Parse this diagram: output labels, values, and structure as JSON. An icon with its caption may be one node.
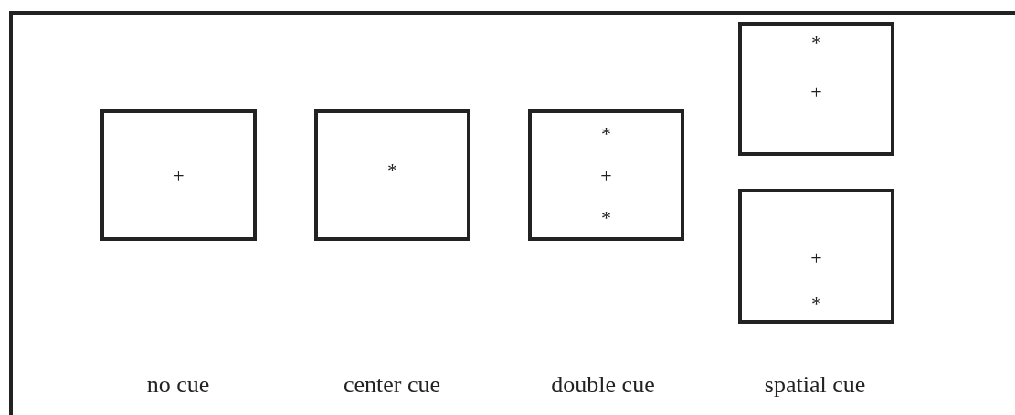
{
  "diagram": {
    "nodes": [
      {
        "text": [
          "+"
        ]
      },
      {
        "text": [
          "*"
        ]
      },
      {
        "text": [
          "*",
          "+",
          "*"
        ]
      },
      {
        "text": [
          "*",
          "+"
        ]
      },
      {
        "text": [
          "+",
          "*"
        ]
      }
    ],
    "labels": [
      "no cue",
      "center cue",
      "double cue",
      "spatial cue"
    ]
  }
}
